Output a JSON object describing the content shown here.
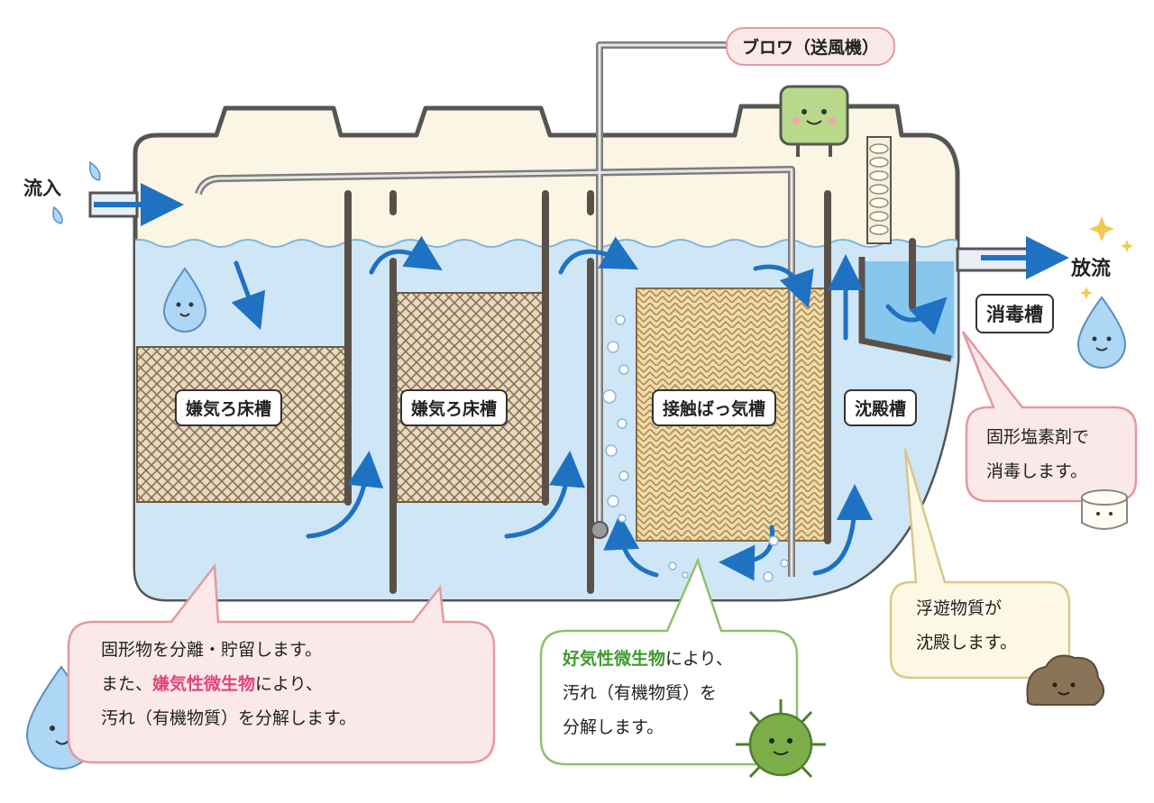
{
  "labels": {
    "inflow": "流入",
    "outflow": "放流",
    "blower": "ブロワ（送風機）",
    "tank1": "嫌気ろ床槽",
    "tank2": "嫌気ろ床槽",
    "tank3": "接触ばっ気槽",
    "tank4": "沈殿槽",
    "disinfect": "消毒槽"
  },
  "bubbles": {
    "anaerobic": {
      "line1": "固形物を分離・貯留します。",
      "line2_pre": "また、",
      "line2_em": "嫌気性微生物",
      "line2_post": "により、",
      "line3": "汚れ（有機物質）を分解します。"
    },
    "aerobic": {
      "line1_em": "好気性微生物",
      "line1_post": "により、",
      "line2": "汚れ（有機物質）を",
      "line3": "分解します。"
    },
    "sediment": {
      "line1": "浮遊物質が",
      "line2": "沈殿します。"
    },
    "chlorine": {
      "line1": "固形塩素剤で",
      "line2": "消毒します。"
    }
  },
  "colors": {
    "water": "#cfe6f6",
    "tank_fill": "#fbf5e4",
    "outline": "#555555",
    "arrow": "#1f72c2",
    "pink_bubble": "#fbe9ea",
    "pink_border": "#e39aa0",
    "green_border": "#8fc06b",
    "yellow_bubble": "#fdf8e4",
    "yellow_border": "#d9c88a",
    "emphasis_pink": "#e0457b",
    "emphasis_green": "#3f9a2c"
  },
  "icons": [
    "water-drop-character-icon",
    "blower-character-icon",
    "germ-character-icon",
    "sludge-character-icon",
    "chlorine-tablet-icon",
    "sparkle-icon"
  ]
}
